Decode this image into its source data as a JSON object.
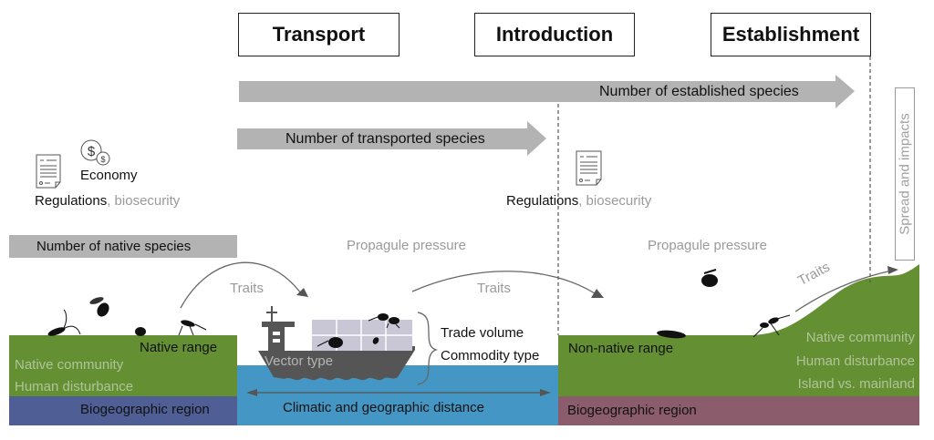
{
  "stages": {
    "transport": "Transport",
    "introduction": "Introduction",
    "establishment": "Establishment"
  },
  "arrows": {
    "established_species": "Number of established species",
    "transported_species": "Number of transported species",
    "native_species": "Number of native species"
  },
  "left_drivers": {
    "economy": "Economy",
    "regulations": "Regulations",
    "biosecurity": ", biosecurity"
  },
  "intro_drivers": {
    "regulations": "Regulations",
    "biosecurity": ", biosecurity"
  },
  "spread_label": "Spread and impacts",
  "propagule_pressure_1": "Propagule pressure",
  "propagule_pressure_2": "Propagule pressure",
  "traits_1": "Traits",
  "traits_2": "Traits",
  "traits_3": "Traits",
  "native_panel": {
    "range": "Native range",
    "community": "Native community",
    "disturbance": "Human disturbance",
    "region": "Biogeographic region"
  },
  "transport_panel": {
    "vector": "Vector type",
    "trade_volume": "Trade volume",
    "commodity": "Commodity type",
    "distance": "Climatic and geographic distance"
  },
  "nonnative_panel": {
    "range": "Non-native range",
    "community": "Native community",
    "disturbance": "Human disturbance",
    "island": "Island vs. mainland",
    "region": "Biogeographic region"
  },
  "colors": {
    "green": "#648f33",
    "blue_region": "#4f5f96",
    "water": "#4497c4",
    "mauve_region": "#8a5c6c",
    "arrow_grey": "#b3b3b3",
    "ship": "#555555",
    "container": "#c9c6d6"
  }
}
